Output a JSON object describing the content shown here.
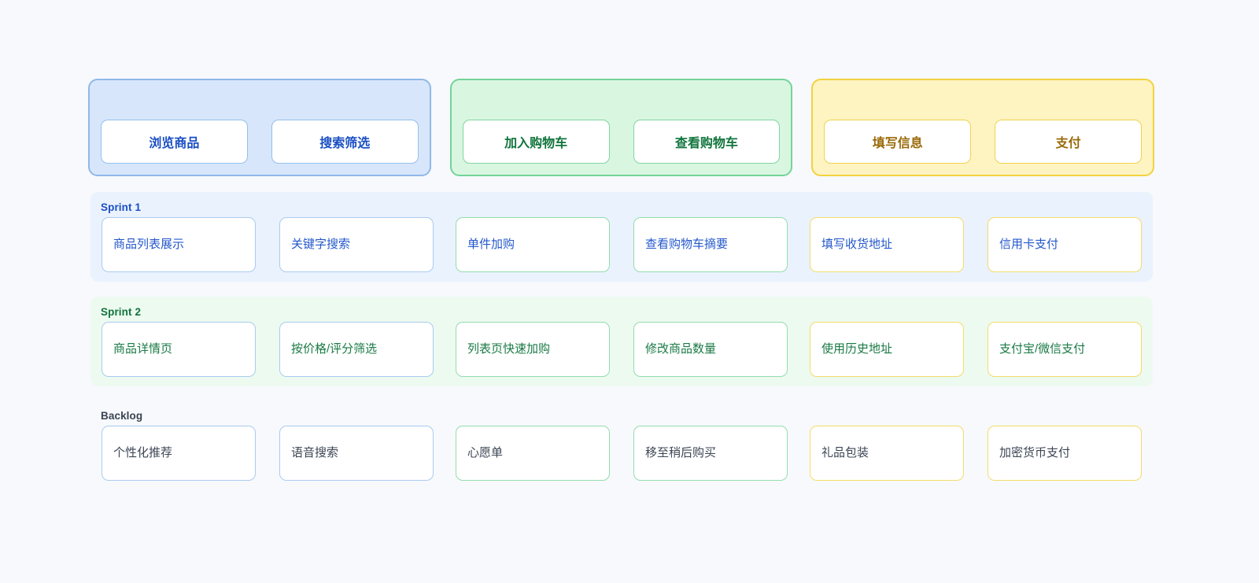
{
  "colors": {
    "page_background": "#f7f9fc",
    "blue_accent": "#1a4fc4",
    "green_accent": "#11743c",
    "yellow_accent": "#9a6a08",
    "slate_text": "#3c4654"
  },
  "activities": [
    {
      "color": "blue",
      "steps": [
        "浏览商品",
        "搜索筛选"
      ]
    },
    {
      "color": "green",
      "steps": [
        "加入购物车",
        "查看购物车"
      ]
    },
    {
      "color": "yellow",
      "steps": [
        "填写信息",
        "支付"
      ]
    }
  ],
  "releases": [
    {
      "label": "Sprint 1",
      "label_color": "blue",
      "text_color": "blue",
      "groups": [
        {
          "color": "blue",
          "stories": [
            "商品列表展示",
            "关键字搜索"
          ]
        },
        {
          "color": "green",
          "stories": [
            "单件加购",
            "查看购物车摘要"
          ]
        },
        {
          "color": "yellow",
          "stories": [
            "填写收货地址",
            "信用卡支付"
          ]
        }
      ]
    },
    {
      "label": "Sprint 2",
      "label_color": "green",
      "text_color": "green",
      "groups": [
        {
          "color": "blue",
          "stories": [
            "商品详情页",
            "按价格/评分筛选"
          ]
        },
        {
          "color": "green",
          "stories": [
            "列表页快速加购",
            "修改商品数量"
          ]
        },
        {
          "color": "yellow",
          "stories": [
            "使用历史地址",
            "支付宝/微信支付"
          ]
        }
      ]
    },
    {
      "label": "Backlog",
      "label_color": "slate",
      "text_color": "slate",
      "groups": [
        {
          "color": "blue",
          "stories": [
            "个性化推荐",
            "语音搜索"
          ]
        },
        {
          "color": "green",
          "stories": [
            "心愿单",
            "移至稍后购买"
          ]
        },
        {
          "color": "yellow",
          "stories": [
            "礼品包装",
            "加密货币支付"
          ]
        }
      ]
    }
  ]
}
